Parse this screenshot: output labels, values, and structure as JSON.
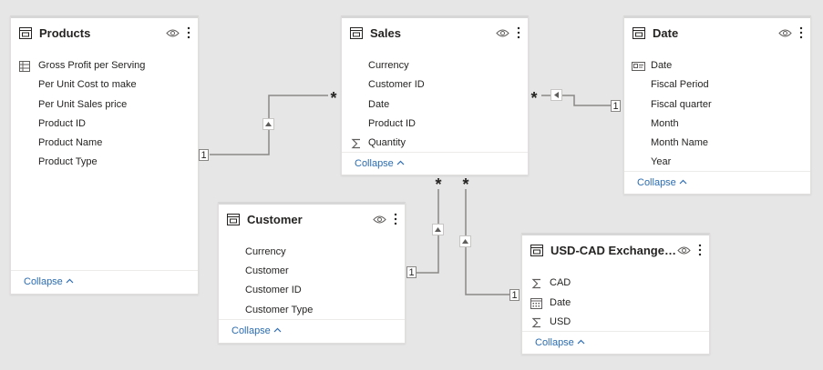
{
  "tables": {
    "products": {
      "title": "Products",
      "fields": [
        {
          "label": "Gross Profit per Serving",
          "icon": "calculated-field-icon"
        },
        {
          "label": "Per Unit Cost to make",
          "icon": ""
        },
        {
          "label": "Per Unit Sales price",
          "icon": ""
        },
        {
          "label": "Product ID",
          "icon": ""
        },
        {
          "label": "Product Name",
          "icon": ""
        },
        {
          "label": "Product Type",
          "icon": ""
        }
      ],
      "collapse_label": "Collapse"
    },
    "sales": {
      "title": "Sales",
      "fields": [
        {
          "label": "Currency",
          "icon": ""
        },
        {
          "label": "Customer ID",
          "icon": ""
        },
        {
          "label": "Date",
          "icon": ""
        },
        {
          "label": "Product ID",
          "icon": ""
        },
        {
          "label": "Quantity",
          "icon": "sigma-icon"
        }
      ],
      "collapse_label": "Collapse"
    },
    "date": {
      "title": "Date",
      "fields": [
        {
          "label": "Date",
          "icon": "key-card-icon"
        },
        {
          "label": "Fiscal Period",
          "icon": ""
        },
        {
          "label": "Fiscal quarter",
          "icon": ""
        },
        {
          "label": "Month",
          "icon": ""
        },
        {
          "label": "Month Name",
          "icon": ""
        },
        {
          "label": "Year",
          "icon": ""
        }
      ],
      "collapse_label": "Collapse"
    },
    "customer": {
      "title": "Customer",
      "fields": [
        {
          "label": "Currency",
          "icon": ""
        },
        {
          "label": "Customer",
          "icon": ""
        },
        {
          "label": "Customer ID",
          "icon": ""
        },
        {
          "label": "Customer Type",
          "icon": ""
        }
      ],
      "collapse_label": "Collapse"
    },
    "usdcad": {
      "title": "USD-CAD Exchange R...",
      "fields": [
        {
          "label": "CAD",
          "icon": "sigma-icon"
        },
        {
          "label": "Date",
          "icon": "calendar-icon"
        },
        {
          "label": "USD",
          "icon": "sigma-icon"
        }
      ],
      "collapse_label": "Collapse"
    }
  },
  "relationships": {
    "one_label": "1",
    "many_label": "*"
  },
  "colors": {
    "canvas": "#e6e6e6",
    "line": "#8a8886",
    "link": "#2b6cb0"
  }
}
